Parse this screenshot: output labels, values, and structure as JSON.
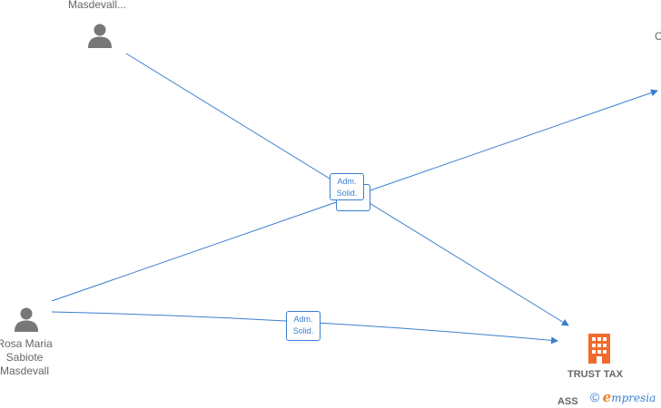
{
  "nodes": {
    "person_top": {
      "label": "Masdevall..."
    },
    "person_left": {
      "label_lines": [
        "Rosa Maria",
        "Sabiote",
        "Masdevall"
      ]
    },
    "top_right_partial": {
      "label": "C"
    },
    "company": {
      "label_line1": "TRUST TAX",
      "label_line2": "ASS"
    }
  },
  "edges": {
    "label_line1": "Adm.",
    "label_line2": "Solid."
  },
  "watermark": {
    "copyright_symbol": "©",
    "brand_initial": "e",
    "brand_rest": "mpresia"
  },
  "colors": {
    "edge": "#3a7ecf",
    "person_icon": "#777777",
    "company_icon": "#f26a2e",
    "text": "#666666"
  },
  "icons": {
    "person": "person-icon",
    "company": "building-icon"
  }
}
